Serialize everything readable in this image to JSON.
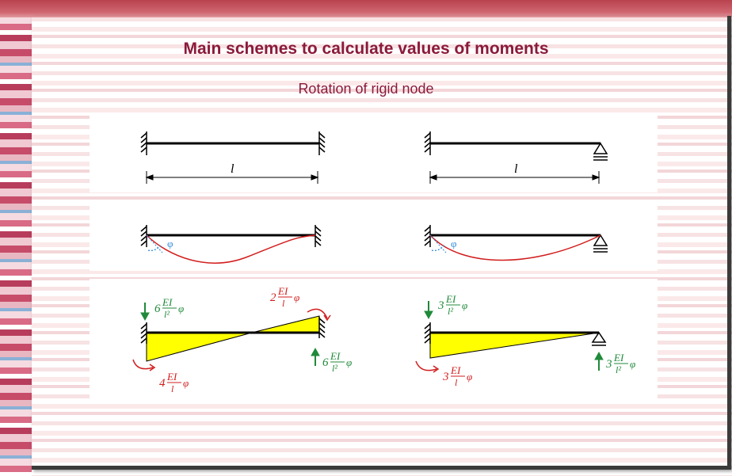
{
  "title": "Main schemes to calculate values of moments",
  "subtitle": "Rotation of rigid node",
  "colors": {
    "title": "#8b1a3a",
    "moment_label": "#d21e1e",
    "reaction_label": "#1f8a3a",
    "angle": "#2a8ad6",
    "diagram_fill": "#ffff00"
  },
  "span_label": "l",
  "angle_symbol": "φ",
  "left_scheme": {
    "moment_left": {
      "coef": "4",
      "num": "EI",
      "den": "l",
      "tail": "φ"
    },
    "moment_right": {
      "coef": "2",
      "num": "EI",
      "den": "l",
      "tail": "φ"
    },
    "reaction_left": {
      "coef": "6",
      "num": "EI",
      "den": "l²",
      "tail": "φ"
    },
    "reaction_right": {
      "coef": "6",
      "num": "EI",
      "den": "l²",
      "tail": "φ"
    }
  },
  "right_scheme": {
    "moment_left": {
      "coef": "3",
      "num": "EI",
      "den": "l",
      "tail": "φ"
    },
    "reaction_left": {
      "coef": "3",
      "num": "EI",
      "den": "l²",
      "tail": "φ"
    },
    "reaction_right": {
      "coef": "3",
      "num": "EI",
      "den": "l²",
      "tail": "φ"
    }
  }
}
